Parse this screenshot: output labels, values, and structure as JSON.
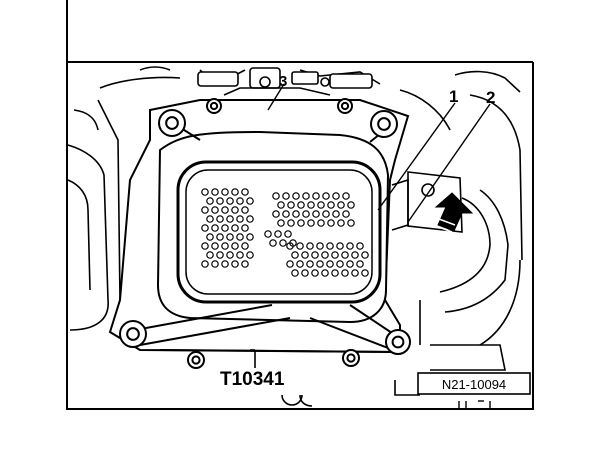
{
  "callouts": {
    "one": "1",
    "two": "2",
    "three": "3"
  },
  "tool_label": "T10341",
  "figure_ref": "N21-10094",
  "colors": {
    "ink": "#000000",
    "paper": "#ffffff"
  }
}
